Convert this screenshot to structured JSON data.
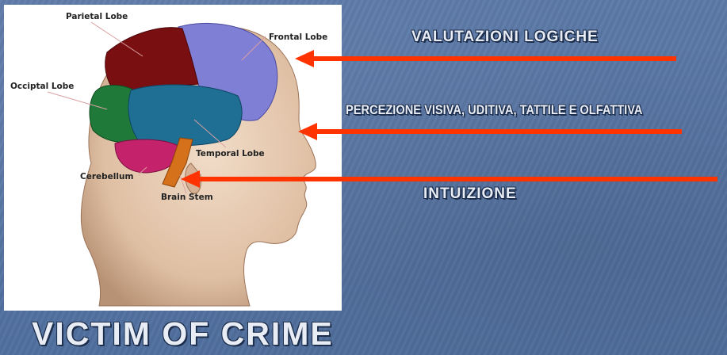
{
  "colors": {
    "background": "#5a77a5",
    "arrow": "#ff3300",
    "caption_text": "#e8edf5"
  },
  "diagram": {
    "labels": {
      "parietal": "Parietal Lobe",
      "frontal": "Frontal Lobe",
      "occipital": "Occiptal Lobe",
      "temporal": "Temporal Lobe",
      "cerebellum": "Cerebellum",
      "brainstem": "Brain Stem"
    }
  },
  "captions": {
    "logic": "VALUTAZIONI LOGICHE",
    "perception": "PERCEZIONE VISIVA, UDITIVA, TATTILE E OLFATTIVA",
    "intuition": "INTUIZIONE"
  },
  "title": "VICTIM OF CRIME"
}
